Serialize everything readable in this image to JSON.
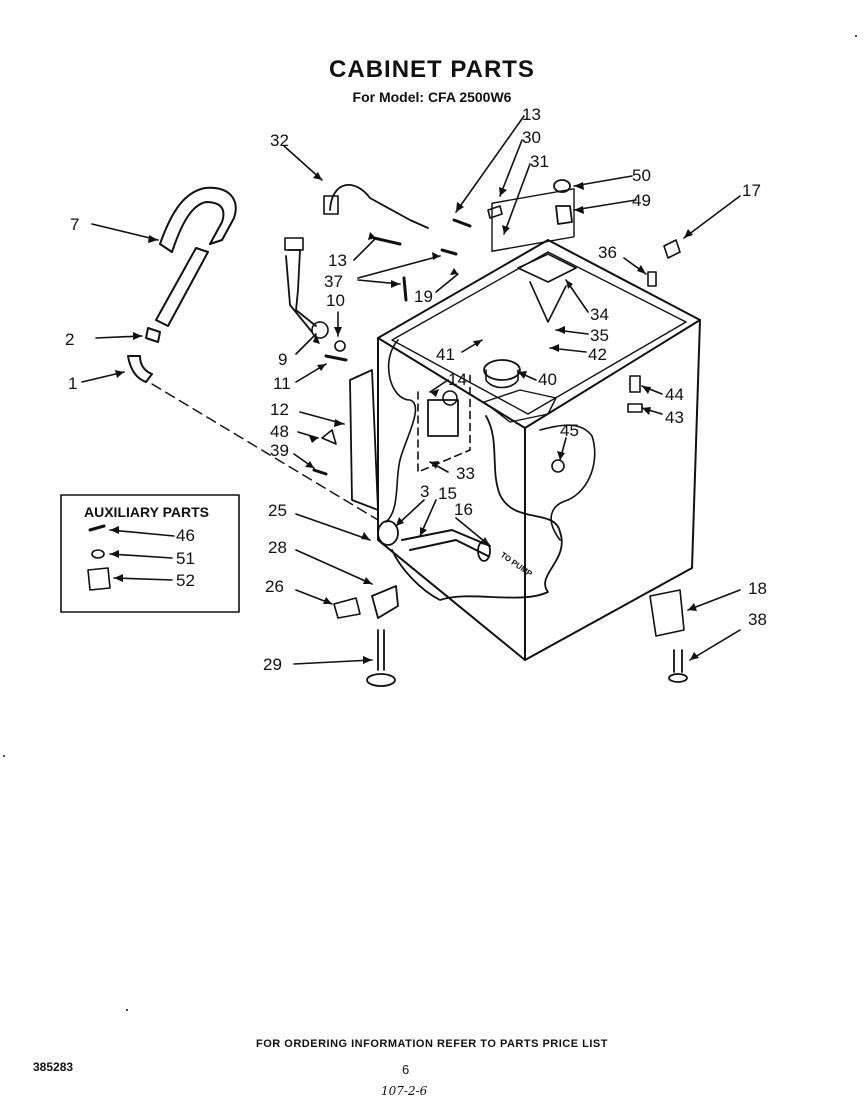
{
  "header": {
    "title": "CABINET PARTS",
    "model_line": "For Model: CFA 2500W6"
  },
  "auxiliary": {
    "title": "AUXILIARY PARTS"
  },
  "callouts": [
    {
      "id": "c13a",
      "label": "13"
    },
    {
      "id": "c30",
      "label": "30"
    },
    {
      "id": "c31",
      "label": "31"
    },
    {
      "id": "c32",
      "label": "32"
    },
    {
      "id": "c50",
      "label": "50"
    },
    {
      "id": "c17",
      "label": "17"
    },
    {
      "id": "c7",
      "label": "7"
    },
    {
      "id": "c49",
      "label": "49"
    },
    {
      "id": "c36",
      "label": "36"
    },
    {
      "id": "c13b",
      "label": "13"
    },
    {
      "id": "c37",
      "label": "37"
    },
    {
      "id": "c19",
      "label": "19"
    },
    {
      "id": "c10",
      "label": "10"
    },
    {
      "id": "c34",
      "label": "34"
    },
    {
      "id": "c35",
      "label": "35"
    },
    {
      "id": "c2",
      "label": "2"
    },
    {
      "id": "c9",
      "label": "9"
    },
    {
      "id": "c41",
      "label": "41"
    },
    {
      "id": "c42",
      "label": "42"
    },
    {
      "id": "c11",
      "label": "11"
    },
    {
      "id": "c14",
      "label": "14"
    },
    {
      "id": "c40",
      "label": "40"
    },
    {
      "id": "c1",
      "label": "1"
    },
    {
      "id": "c44",
      "label": "44"
    },
    {
      "id": "c12",
      "label": "12"
    },
    {
      "id": "c43",
      "label": "43"
    },
    {
      "id": "c48",
      "label": "48"
    },
    {
      "id": "c45",
      "label": "45"
    },
    {
      "id": "c39",
      "label": "39"
    },
    {
      "id": "c33",
      "label": "33"
    },
    {
      "id": "c3",
      "label": "3"
    },
    {
      "id": "c15",
      "label": "15"
    },
    {
      "id": "c16",
      "label": "16"
    },
    {
      "id": "c25",
      "label": "25"
    },
    {
      "id": "c46",
      "label": "46"
    },
    {
      "id": "c51",
      "label": "51"
    },
    {
      "id": "c52",
      "label": "52"
    },
    {
      "id": "c28",
      "label": "28"
    },
    {
      "id": "c26",
      "label": "26"
    },
    {
      "id": "c18",
      "label": "18"
    },
    {
      "id": "c38",
      "label": "38"
    },
    {
      "id": "c29",
      "label": "29"
    }
  ],
  "drawing_text": {
    "to_pump": "TO PUMP"
  },
  "footer": {
    "ordering_note": "FOR ORDERING INFORMATION REFER TO PARTS PRICE LIST",
    "doc_number": "385283",
    "page_number": "6",
    "handwritten": "107-2-6"
  }
}
